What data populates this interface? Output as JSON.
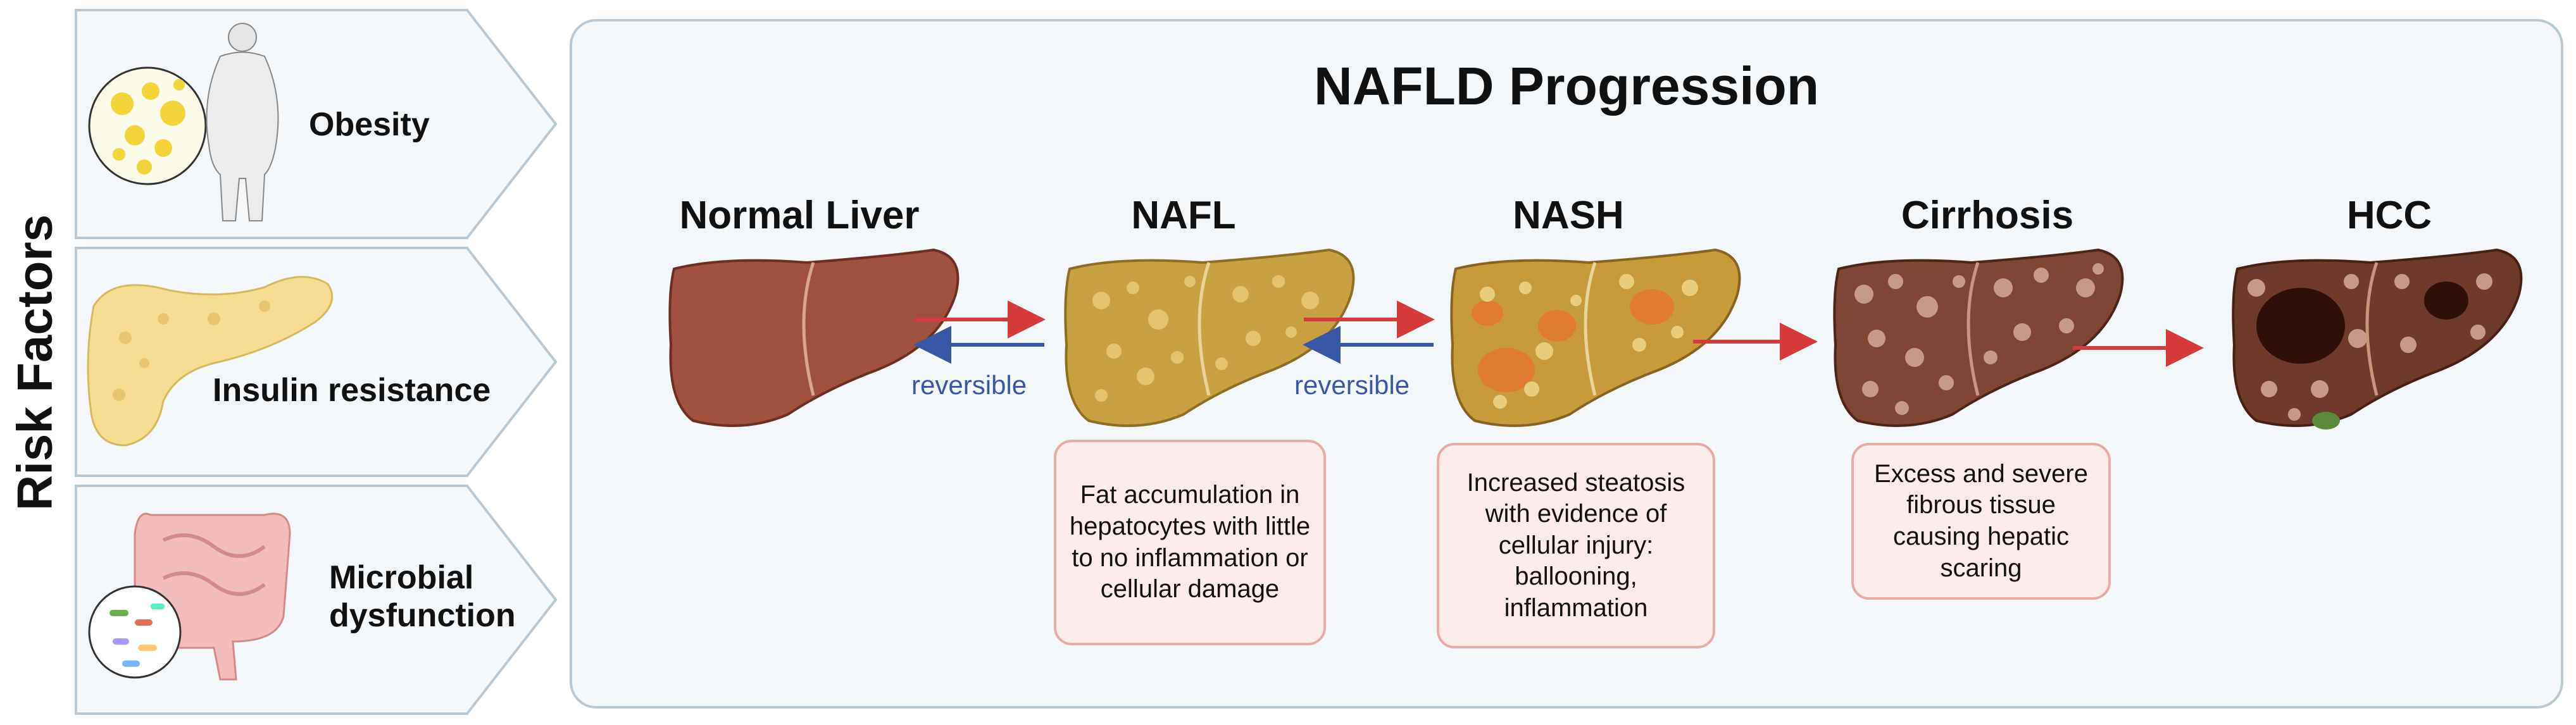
{
  "side_title": "Risk Factors",
  "main_title": "NAFLD Progression",
  "risk_factors": [
    {
      "label": "Obesity",
      "icon": "obesity-figure-icon"
    },
    {
      "label": "Insulin resistance",
      "icon": "pancreas-icon"
    },
    {
      "label": "Microbial dysfunction",
      "icon": "intestine-microbe-icon"
    }
  ],
  "stages": [
    {
      "label": "Normal Liver",
      "icon": "normal-liver-icon"
    },
    {
      "label": "NAFL",
      "icon": "fatty-liver-icon"
    },
    {
      "label": "NASH",
      "icon": "nash-liver-icon"
    },
    {
      "label": "Cirrhosis",
      "icon": "cirrhotic-liver-icon"
    },
    {
      "label": "HCC",
      "icon": "hcc-liver-icon"
    }
  ],
  "reversible_label": "reversible",
  "descriptions": [
    "Fat accumulation in hepatocytes with little to no inflammation or cellular damage",
    "Increased steatosis with evidence of cellular injury: ballooning, inflammation",
    "Excess and severe fibrous tissue causing hepatic scaring"
  ],
  "colors": {
    "forward_arrow": "#d63a3a",
    "reverse_arrow": "#3a57a5",
    "panel_bg": "#f3f7fa",
    "panel_border": "#b9c9d4",
    "desc_bg": "#fbebea",
    "desc_border": "#e9a9a6"
  }
}
